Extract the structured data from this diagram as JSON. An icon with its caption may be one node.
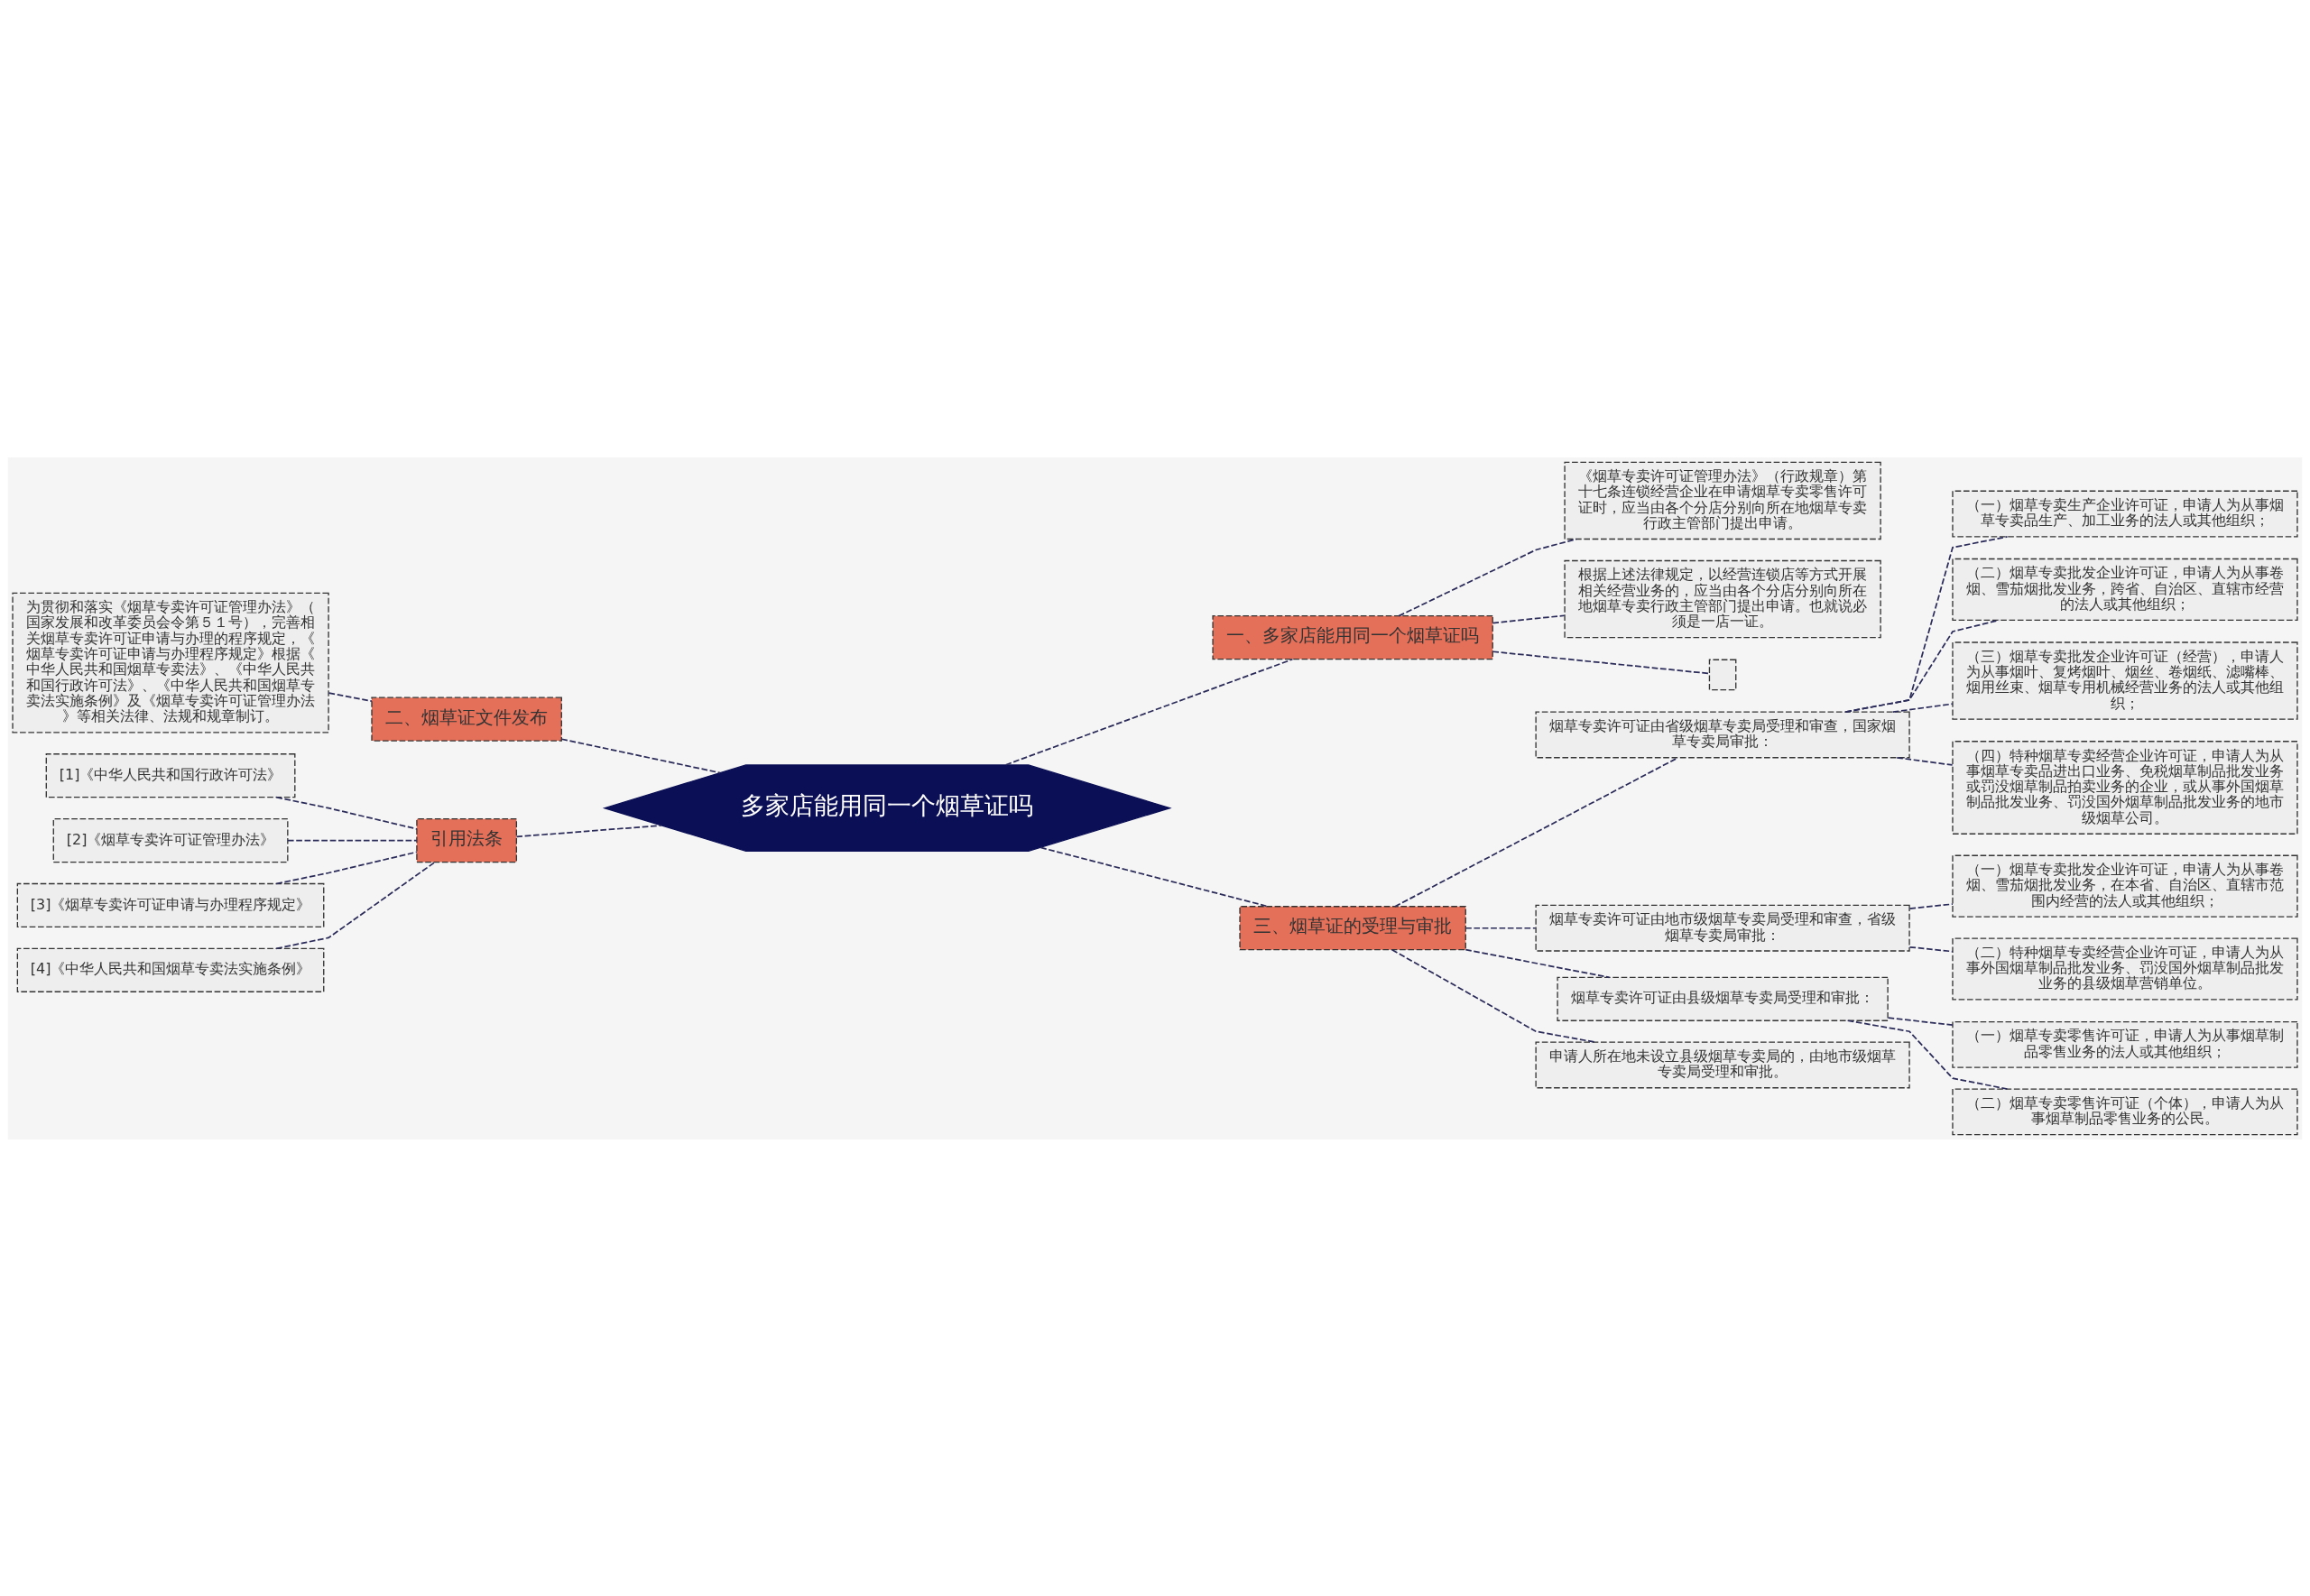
{
  "diagram": {
    "nodes": [
      {
        "text": [
          "多家店能用同一个烟草证吗"
        ]
      },
      {
        "text": [
          "一、多家店能用同一个烟草证吗"
        ]
      },
      {
        "text": [
          "《烟草专卖许可证管理办法》（行政规章）第十七条连锁经营企业在申请烟草专卖零售许可证时，应当由各个分店分别向所在地烟草专卖行政主管部门提出申请。"
        ]
      },
      {
        "text": [
          "根据上述法律规定，以经营连锁店等方式开展相关经营业务的，应当由各个分店分别向所在地烟草专卖行政主管部门提出申请。也就说必须是一店一证。"
        ]
      },
      {
        "text": [],
        "shape": "box"
      },
      {
        "text": [
          "二、烟草证文件发布"
        ]
      },
      {
        "text": [
          "为贯彻和落实《烟草专卖许可证管理办法》（国家发展和改革委员会令第５１号），完善相关烟草专卖许可证申请与办理的程序规定，《烟草专卖许可证申请与办理程序规定》根据《中华人民共和国烟草专卖法》、《中华人民共和国行政许可法》、《中华人民共和国烟草专卖法实施条例》及《烟草专卖许可证管理办法》等相关法律、法规和规章制订。"
        ]
      },
      {
        "text": [
          "引用法条"
        ]
      },
      {
        "text": [
          "[1]《中华人民共和国行政许可法》"
        ]
      },
      {
        "text": [
          "[2]《烟草专卖许可证管理办法》"
        ]
      },
      {
        "text": [
          "[3]《烟草专卖许可证申请与办理程序规定》"
        ]
      },
      {
        "text": [
          "[4]《中华人民共和国烟草专卖法实施条例》"
        ]
      },
      {
        "text": [
          "三、烟草证的受理与审批"
        ]
      },
      {
        "text": [
          "烟草专卖许可证由省级烟草专卖局受理和审查，国家烟草专卖局审批："
        ]
      },
      {
        "text": [
          "（一）烟草专卖生产企业许可证，申请人为从事烟草专卖品生产、加工业务的法人或其他组织；"
        ]
      },
      {
        "text": [
          "（二）烟草专卖批发企业许可证，申请人为从事卷烟、雪茄烟批发业务，跨省、自治区、直辖市经营的法人或其他组织；"
        ]
      },
      {
        "text": [
          "（三）烟草专卖批发企业许可证（经营），申请人为从事烟叶、复烤烟叶、烟丝、卷烟纸、滤嘴棒、烟用丝束、烟草专用机械经营业务的法人或其他组织；"
        ]
      },
      {
        "text": [
          "（四）特种烟草专卖经营企业许可证，申请人为从事烟草专卖品进出口业务、免税烟草制品批发业务或罚没烟草制品拍卖业务的企业，或从事外国烟草制品批发业务、罚没国外烟草制品批发业务的地市级烟草公司。"
        ]
      },
      {
        "text": [
          "烟草专卖许可证由地市级烟草专卖局受理和审查，省级烟草专卖局审批："
        ]
      },
      {
        "text": [
          "（一）烟草专卖批发企业许可证，申请人为从事卷烟、雪茄烟批发业务，在本省、自治区、直辖市范围内经营的法人或其他组织；"
        ]
      },
      {
        "text": [
          "（二）特种烟草专卖经营企业许可证，申请人为从事外国烟草制品批发业务、罚没国外烟草制品批发业务的县级烟草营销单位。"
        ]
      },
      {
        "text": [
          "烟草专卖许可证由县级烟草专卖局受理和审批："
        ]
      },
      {
        "text": [
          "（一）烟草专卖零售许可证，申请人为从事烟草制品零售业务的法人或其他组织；"
        ]
      },
      {
        "text": [
          "（二）烟草专卖零售许可证（个体），申请人为从事烟草制品零售业务的公民。"
        ]
      },
      {
        "text": [
          "申请人所在地未设立县级烟草专卖局的，由地市级烟草专卖局受理和审批。"
        ]
      }
    ],
    "edges": [
      {
        "from": 0,
        "to": 1,
        "arrow": "none"
      },
      {
        "from": 1,
        "to": 2,
        "arrow": "none"
      },
      {
        "from": 1,
        "to": 3,
        "arrow": "none"
      },
      {
        "from": 1,
        "to": 4,
        "arrow": "none"
      },
      {
        "from": 0,
        "to": 5,
        "arrow": "none"
      },
      {
        "from": 5,
        "to": 6,
        "arrow": "none"
      },
      {
        "from": 0,
        "to": 7,
        "arrow": "none"
      },
      {
        "from": 7,
        "to": 8,
        "arrow": "none"
      },
      {
        "from": 7,
        "to": 9,
        "arrow": "none"
      },
      {
        "from": 7,
        "to": 10,
        "arrow": "none"
      },
      {
        "from": 7,
        "to": 11,
        "arrow": "none"
      },
      {
        "from": 0,
        "to": 12,
        "arrow": "none"
      },
      {
        "from": 12,
        "to": 13,
        "arrow": "none"
      },
      {
        "from": 13,
        "to": 14,
        "arrow": "none"
      },
      {
        "from": 13,
        "to": 15,
        "arrow": "none"
      },
      {
        "from": 13,
        "to": 16,
        "arrow": "none"
      },
      {
        "from": 13,
        "to": 17,
        "arrow": "none"
      },
      {
        "from": 12,
        "to": 18,
        "arrow": "none"
      },
      {
        "from": 18,
        "to": 19,
        "arrow": "none"
      },
      {
        "from": 18,
        "to": 20,
        "arrow": "none"
      },
      {
        "from": 12,
        "to": 21,
        "arrow": "none"
      },
      {
        "from": 21,
        "to": 22,
        "arrow": "none"
      },
      {
        "from": 21,
        "to": 23,
        "arrow": "none"
      },
      {
        "from": 12,
        "to": 24,
        "arrow": "none"
      }
    ]
  }
}
